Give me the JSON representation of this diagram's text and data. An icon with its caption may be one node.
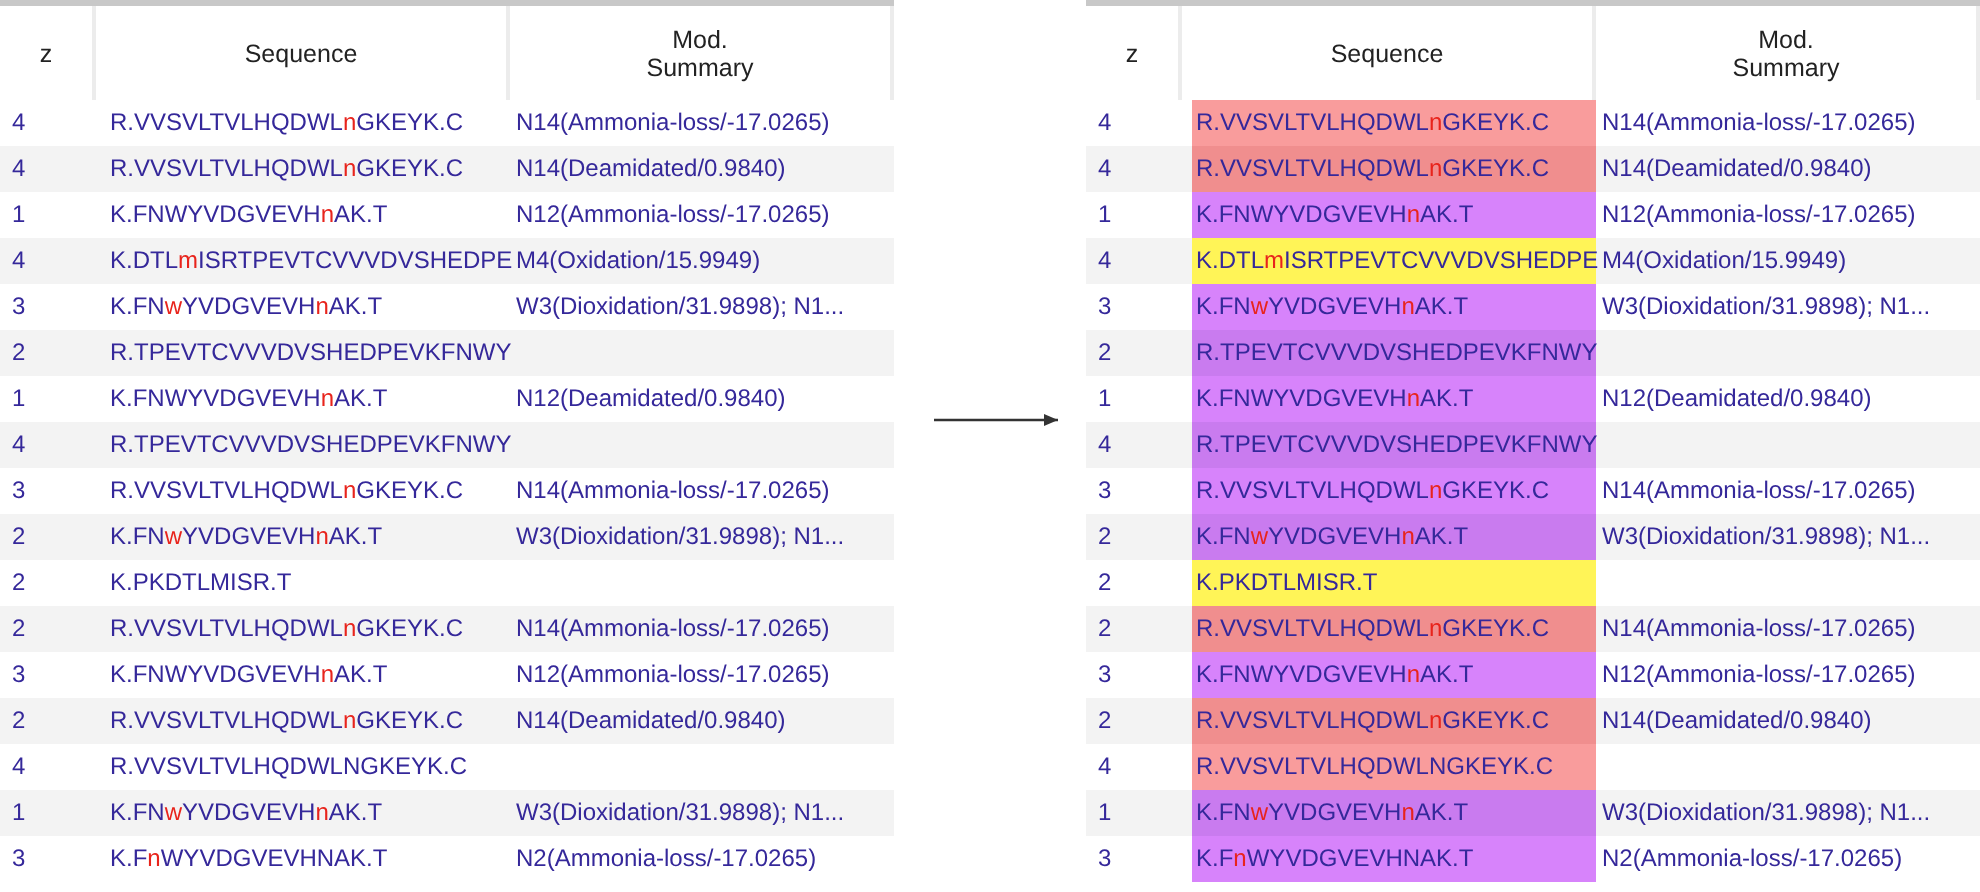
{
  "diagram": {
    "nodes": [
      {
        "text": [],
        "shape": "box"
      },
      {
        "text": [],
        "shape": "box"
      }
    ],
    "edges": [
      {
        "from": 0,
        "to": 1,
        "arrow": "to"
      }
    ],
    "labels": [
      "z",
      "Sequence",
      "Mod. Summary",
      "4",
      "R.VVSVLTVLHQDWLnGKEYK.C",
      "N14(Ammonia-loss/-17.0265)",
      "4",
      "R.VVSVLTVLHQDWLnGKEYK.C",
      "N14(Deamidated/0.9840)",
      "1",
      "K.FNWYVDGVEVHnAK.T",
      "N12(Ammonia-loss/-17.0265)",
      "4",
      "K.DTLmISRTPEVTCVVVDVSHEDPE",
      "M4(Oxidation/15.9949)",
      "3",
      "K.FNwYVDGVEVHnAK.T",
      "W3(Dioxidation/31.9898); N1...",
      "2",
      "R.TPEVTCVVVDVSHEDPEVKFNWY",
      "1",
      "K.FNWYVDGVEVHnAK.T",
      "N12(Deamidated/0.9840)",
      "4",
      "R.TPEVTCVVVDVSHEDPEVKFNWY",
      "3",
      "R.VVSVLTVLHQDWLnGKEYK.C",
      "N14(Ammonia-loss/-17.0265)",
      "2",
      "K.FNwYVDGVEVHnAK.T",
      "W3(Dioxidation/31.9898); N1...",
      "2",
      "K.PKDTLMISR.T",
      "2",
      "R.VVSVLTVLHQDWLnGKEYK.C",
      "N14(Ammonia-loss/-17.0265)",
      "3",
      "K.FNWYVDGVEVHnAK.T",
      "N12(Ammonia-loss/-17.0265)",
      "2",
      "R.VVSVLTVLHQDWLnGKEYK.C",
      "N14(Deamidated/0.9840)",
      "4",
      "R.VVSVLTVLHQDWLNGKEYK.C",
      "1",
      "K.FNwYVDGVEVHnAK.T",
      "W3(Dioxidation/31.9898); N1...",
      "3",
      "K.FnWYVDGVEVHNAK.T",
      "N2(Ammonia-loss/-17.0265)",
      "z",
      "Sequence",
      "Mod. Summary",
      "4",
      "R.VVSVLTVLHQDWLnGKEYK.C",
      "N14(Ammonia-loss/-17.0265)",
      "4",
      "R.VVSVLTVLHQDWLnGKEYK.C",
      "N14(Deamidated/0.9840)",
      "1",
      "K.FNWYVDGVEVHnAK.T",
      "N12(Ammonia-loss/-17.0265)",
      "4",
      "K.DTLmISRTPEVTCVVVDVSHEDPE",
      "M4(Oxidation/15.9949)",
      "3",
      "K.FNwYVDGVEVHnAK.T",
      "W3(Dioxidation/31.9898); N1...",
      "2",
      "R.TPEVTCVVVDVSHEDPEVKFNWY",
      "1",
      "K.FNWYVDGVEVHnAK.T",
      "N12(Deamidated/0.9840)",
      "4",
      "R.TPEVTCVVVDVSHEDPEVKFNWY",
      "3",
      "R.VVSVLTVLHQDWLnGKEYK.C",
      "N14(Ammonia-loss/-17.0265)",
      "2",
      "K.FNwYVDGVEVHnAK.T",
      "W3(Dioxidation/31.9898); N1...",
      "2",
      "K.PKDTLMISR.T",
      "2",
      "R.VVSVLTVLHQDWLnGKEYK.C",
      "N14(Ammonia-loss/-17.0265)",
      "3",
      "K.FNWYVDGVEVHnAK.T",
      "N12(Ammonia-loss/-17.0265)",
      "2",
      "R.VVSVLTVLHQDWLnGKEYK.C",
      "N14(Deamidated/0.9840)",
      "4",
      "R.VVSVLTVLHQDWLNGKEYK.C",
      "1",
      "K.FNwYVDGVEVHnAK.T",
      "W3(Dioxidation/31.9898); N1...",
      "3",
      "K.FnWYVDGVEVHNAK.T",
      "N2(Ammonia-loss/-17.0265)"
    ]
  }
}
